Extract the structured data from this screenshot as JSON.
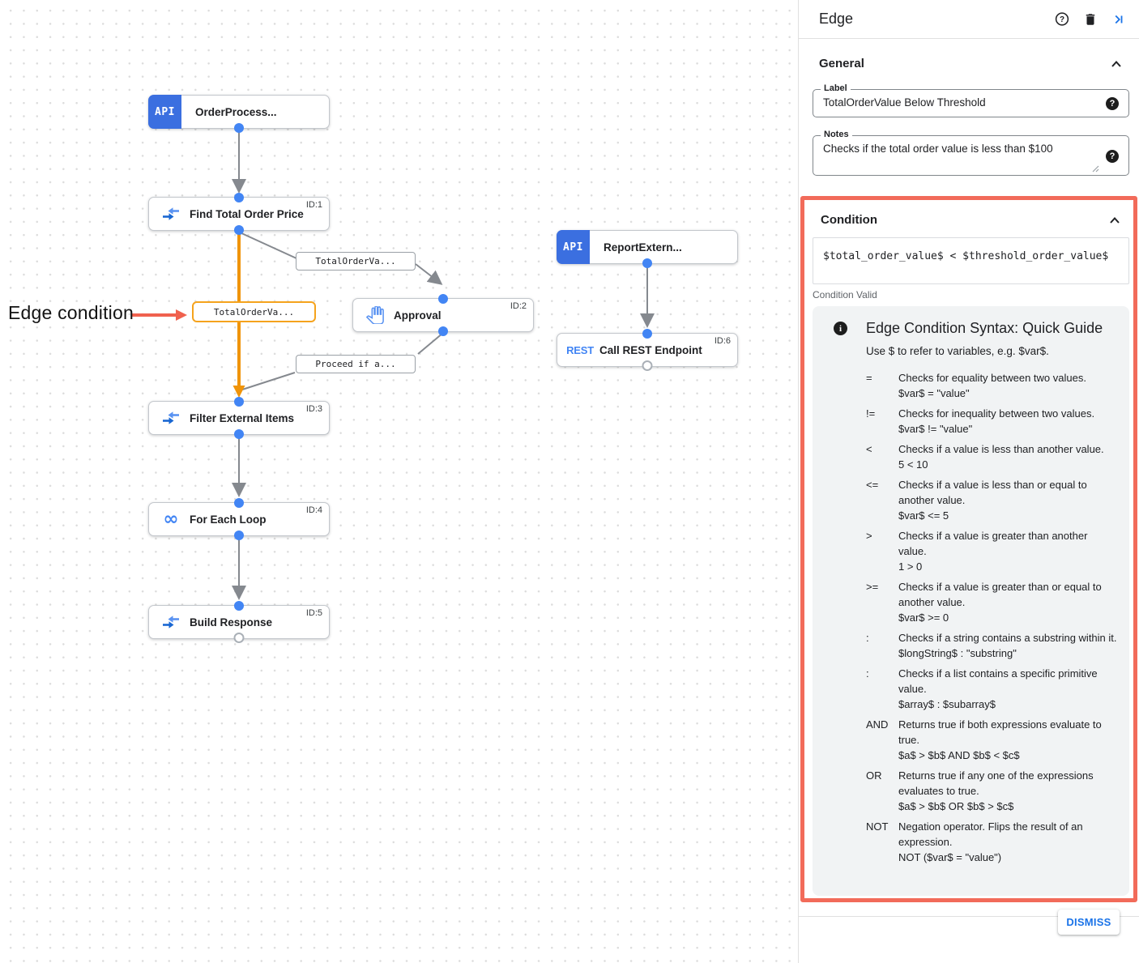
{
  "colors": {
    "accent_blue": "#1a73e8",
    "node_blue": "#4285f4",
    "api_badge_blue": "#3b6fe0",
    "edge_orange": "#f09409",
    "highlight_red": "#f26b5a",
    "edge_gray": "#85898f"
  },
  "canvas": {
    "annotation": {
      "label": "Edge condition"
    },
    "nodes": [
      {
        "title": "OrderProcess...",
        "id": "",
        "type": "api-trigger"
      },
      {
        "title": "Find Total Order Price",
        "id": "ID:1",
        "type": "data-mapping"
      },
      {
        "title": "Approval",
        "id": "ID:2",
        "type": "approval"
      },
      {
        "title": "ReportExtern...",
        "id": "",
        "type": "api-trigger"
      },
      {
        "title": "Call REST Endpoint",
        "id": "ID:6",
        "type": "rest"
      },
      {
        "title": "Filter External Items",
        "id": "ID:3",
        "type": "data-mapping"
      },
      {
        "title": "For Each Loop",
        "id": "ID:4",
        "type": "loop"
      },
      {
        "title": "Build Response",
        "id": "ID:5",
        "type": "data-mapping"
      }
    ],
    "api_badge_text": "API",
    "rest_badge_text": "REST",
    "loop_glyph": "∞",
    "edge_labels": [
      {
        "text": "TotalOrderVa...",
        "highlighted": false
      },
      {
        "text": "TotalOrderVa...",
        "highlighted": true
      },
      {
        "text": "Proceed if a...",
        "highlighted": false
      }
    ]
  },
  "panel": {
    "title": "Edge",
    "general": {
      "heading": "General",
      "label_field": {
        "label": "Label",
        "value": "TotalOrderValue Below Threshold",
        "help_glyph": "?"
      },
      "notes_field": {
        "label": "Notes",
        "value": "Checks if the total order value is less than $100",
        "help_glyph": "?"
      }
    },
    "condition": {
      "heading": "Condition",
      "expression": "$total_order_value$ < $threshold_order_value$",
      "status": "Condition Valid",
      "guide": {
        "info_glyph": "i",
        "title": "Edge Condition Syntax: Quick Guide",
        "intro": "Use $ to refer to variables, e.g. $var$.",
        "rows": [
          {
            "op": "=",
            "desc": "Checks for equality between two values.",
            "example": "$var$ = \"value\""
          },
          {
            "op": "!=",
            "desc": "Checks for inequality between two values.",
            "example": "$var$ != \"value\""
          },
          {
            "op": "<",
            "desc": "Checks if a value is less than another value.",
            "example": "5 < 10"
          },
          {
            "op": "<=",
            "desc": "Checks if a value is less than or equal to another value.",
            "example": "$var$ <= 5"
          },
          {
            "op": ">",
            "desc": "Checks if a value is greater than another value.",
            "example": "1 > 0"
          },
          {
            "op": ">=",
            "desc": "Checks if a value is greater than or equal to another value.",
            "example": "$var$ >= 0"
          },
          {
            "op": ":",
            "desc": "Checks if a string contains a substring within it.",
            "example": "$longString$ : \"substring\""
          },
          {
            "op": ":",
            "desc": "Checks if a list contains a specific primitive value.",
            "example": "$array$ : $subarray$"
          },
          {
            "op": "AND",
            "desc": "Returns true if both expressions evaluate to true.",
            "example": "$a$ > $b$ AND $b$ < $c$"
          },
          {
            "op": "OR",
            "desc": "Returns true if any one of the expressions evaluates to true.",
            "example": "$a$ > $b$ OR $b$ > $c$"
          },
          {
            "op": "NOT",
            "desc": "Negation operator. Flips the result of an expression.",
            "example": "NOT ($var$ = \"value\")"
          }
        ]
      }
    },
    "dismiss_label": "DISMISS"
  }
}
